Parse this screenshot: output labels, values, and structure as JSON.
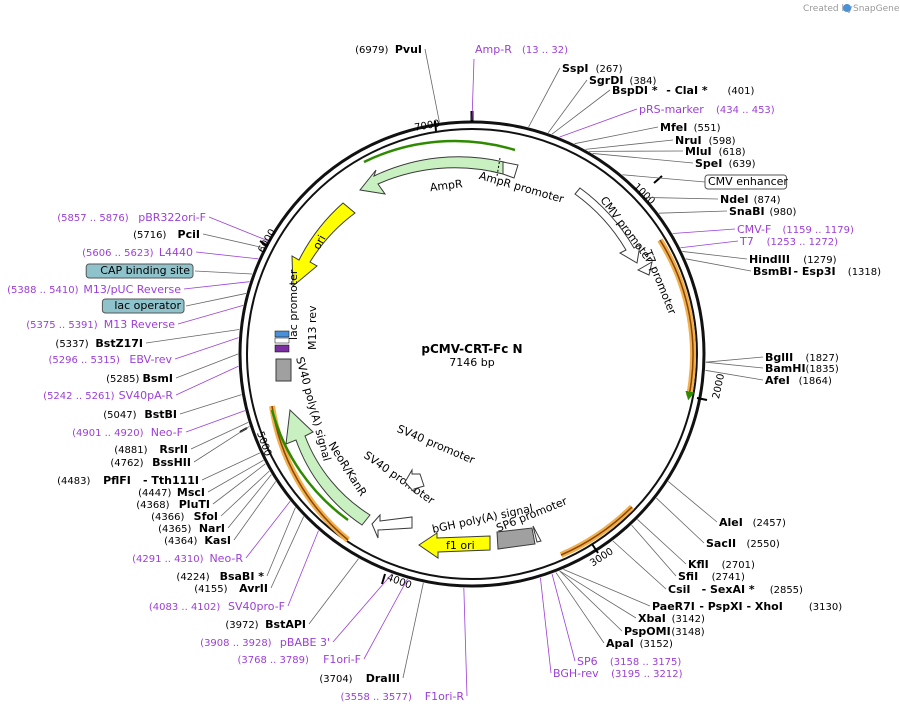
{
  "credit": {
    "prefix": "Created by",
    "brand": "SnapGene"
  },
  "plasmid": {
    "name": "pCMV-CRT-Fc N",
    "size": "7146 bp"
  },
  "ticks": [
    "1000",
    "2000",
    "3000",
    "4000",
    "5000",
    "6000",
    "7000"
  ],
  "features": [
    {
      "name": "AmpR",
      "color": "#c8f0c0"
    },
    {
      "name": "AmpR promoter",
      "color": "#ffffff"
    },
    {
      "name": "ori",
      "color": "#ffff00"
    },
    {
      "name": "CMV promoter",
      "color": "#ffffff"
    },
    {
      "name": "T7 promoter",
      "color": "#ffffff"
    },
    {
      "name": "lac promoter",
      "color": "#ffffff"
    },
    {
      "name": "M13 rev",
      "color": "#ffffff"
    },
    {
      "name": "SV40 poly(A) signal",
      "color": "#a0a0a0"
    },
    {
      "name": "NeoR/KanR",
      "color": "#c8f0c0"
    },
    {
      "name": "SV40 promoter",
      "color": "#ffffff"
    },
    {
      "name": "SV40 promoter",
      "color": "#ffffff"
    },
    {
      "name": "bGH poly(A) signal",
      "color": "#a0a0a0"
    },
    {
      "name": "SP6 promoter",
      "color": "#ffffff"
    },
    {
      "name": "f1 ori",
      "color": "#ffff00"
    }
  ],
  "right_labels": [
    {
      "name": "SspI",
      "pos": "(267)"
    },
    {
      "name": "SgrDI",
      "pos": "(384)"
    },
    {
      "name": "BspDI *",
      "sep": "- ClaI *",
      "pos": "(401)"
    },
    {
      "name": "pRS-marker",
      "pos": "(434 .. 453)",
      "primer": true
    },
    {
      "name": "MfeI",
      "pos": "(551)"
    },
    {
      "name": "NruI",
      "pos": "(598)"
    },
    {
      "name": "MluI",
      "pos": "(618)"
    },
    {
      "name": "SpeI",
      "pos": "(639)"
    },
    {
      "name": "CMV enhancer",
      "box": true
    },
    {
      "name": "NdeI",
      "pos": "(874)"
    },
    {
      "name": "SnaBI",
      "pos": "(980)"
    },
    {
      "name": "CMV-F",
      "pos": "(1159 .. 1179)",
      "primer": true
    },
    {
      "name": "T7",
      "pos": "(1253 .. 1272)",
      "primer": true
    },
    {
      "name": "HindIII",
      "pos": "(1279)"
    },
    {
      "name": "BsmBI",
      "sep": "- Esp3I",
      "pos": "(1318)"
    },
    {
      "name": "BglII",
      "pos": "(1827)"
    },
    {
      "name": "BamHI",
      "pos": "(1835)"
    },
    {
      "name": "AfeI",
      "pos": "(1864)"
    },
    {
      "name": "AleI",
      "pos": "(2457)"
    },
    {
      "name": "SacII",
      "pos": "(2550)"
    },
    {
      "name": "KflI",
      "pos": "(2701)"
    },
    {
      "name": "SfiI",
      "pos": "(2741)"
    },
    {
      "name": "CsiI",
      "sep": "- SexAI *",
      "pos": "(2855)"
    },
    {
      "name": "PaeR7I",
      "sep": "- PspXI  - XhoI",
      "pos": "(3130)"
    },
    {
      "name": "XbaI",
      "pos": "(3142)"
    },
    {
      "name": "PspOMI",
      "pos": "(3148)"
    },
    {
      "name": "ApaI",
      "pos": "(3152)"
    },
    {
      "name": "SP6",
      "pos": "(3158 .. 3175)",
      "primer": true
    },
    {
      "name": "BGH-rev",
      "pos": "(3195 .. 3212)",
      "primer": true
    }
  ],
  "left_labels": [
    {
      "name": "PvuI",
      "pos": "(6979)"
    },
    {
      "name": "Amp-R",
      "pos": "(13 .. 32)",
      "primer": true
    },
    {
      "name": "pBR322ori-F",
      "pos": "(5857 .. 5876)",
      "primer": true
    },
    {
      "name": "PciI",
      "pos": "(5716)"
    },
    {
      "name": "L4440",
      "pos": "(5606 .. 5623)",
      "primer": true
    },
    {
      "name": "CAP binding site",
      "box": true
    },
    {
      "name": "M13/pUC Reverse",
      "pos": "(5388 .. 5410)",
      "primer": true
    },
    {
      "name": "lac operator",
      "box": true
    },
    {
      "name": "M13 Reverse",
      "pos": "(5375 .. 5391)",
      "primer": true
    },
    {
      "name": "BstZ17I",
      "pos": "(5337)"
    },
    {
      "name": "EBV-rev",
      "pos": "(5296 .. 5315)",
      "primer": true
    },
    {
      "name": "BsmI",
      "pos": "(5285)"
    },
    {
      "name": "SV40pA-R",
      "pos": "(5242 .. 5261)",
      "primer": true
    },
    {
      "name": "BstBI",
      "pos": "(5047)"
    },
    {
      "name": "Neo-F",
      "pos": "(4901 .. 4920)",
      "primer": true
    },
    {
      "name": "RsrII",
      "pos": "(4881)"
    },
    {
      "name": "BssHII",
      "pos": "(4762)"
    },
    {
      "name": "PflFI",
      "sep": "- Tth111I",
      "pos": "(4483)"
    },
    {
      "name": "MscI",
      "pos": "(4447)"
    },
    {
      "name": "PluTI",
      "pos": "(4368)"
    },
    {
      "name": "SfoI",
      "pos": "(4366)"
    },
    {
      "name": "NarI",
      "pos": "(4365)"
    },
    {
      "name": "KasI",
      "pos": "(4364)"
    },
    {
      "name": "Neo-R",
      "pos": "(4291 .. 4310)",
      "primer": true
    },
    {
      "name": "BsaBI *",
      "pos": "(4224)"
    },
    {
      "name": "AvrII",
      "pos": "(4155)"
    },
    {
      "name": "SV40pro-F",
      "pos": "(4083 .. 4102)",
      "primer": true
    },
    {
      "name": "BstAPI",
      "pos": "(3972)"
    },
    {
      "name": "pBABE 3'",
      "pos": "(3908 .. 3928)",
      "primer": true
    },
    {
      "name": "F1ori-F",
      "pos": "(3768 .. 3789)",
      "primer": true
    },
    {
      "name": "DraIII",
      "pos": "(3704)"
    },
    {
      "name": "F1ori-R",
      "pos": "(3558 .. 3577)",
      "primer": true
    }
  ]
}
